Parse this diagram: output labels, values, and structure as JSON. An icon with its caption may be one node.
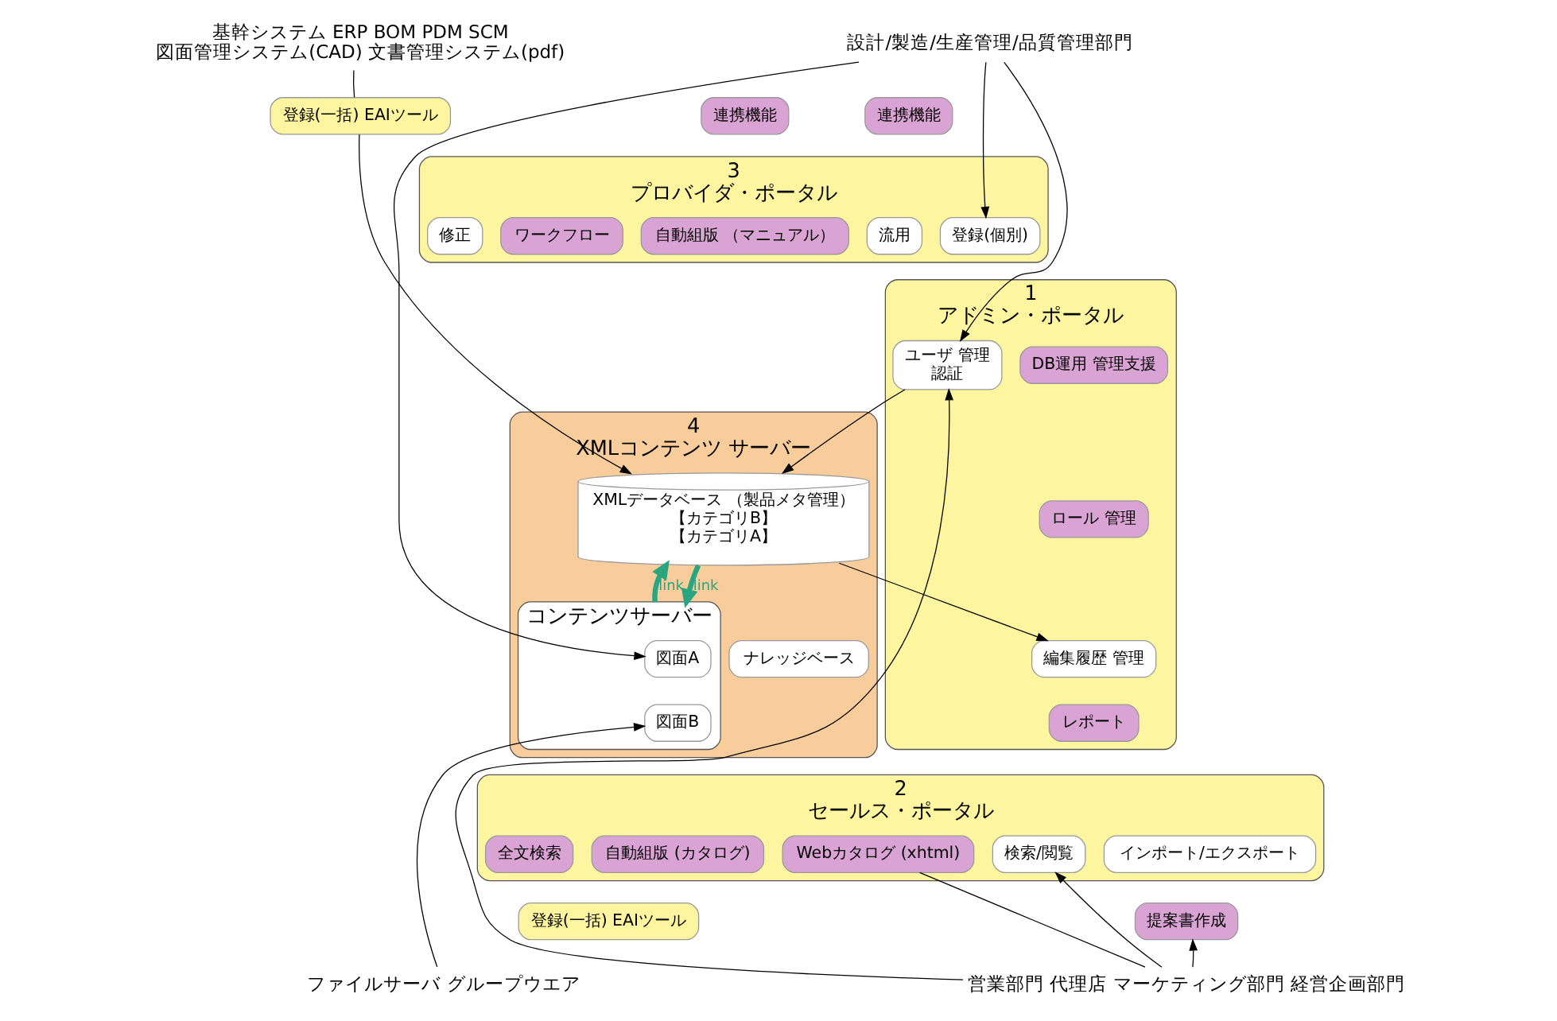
{
  "diagram": {
    "nodes": [
      {
        "text": [
          "設計/製造/生産管理/品質管理部門"
        ]
      },
      {
        "text": [
          "基幹システム ERP BOM PDM SCM",
          "図面管理システム(CAD) 文書管理システム(pdf)"
        ]
      },
      {
        "text": [
          "登録(一括) EAIツール"
        ]
      },
      {
        "text": [
          "1",
          "アドミン・ポータル"
        ]
      },
      {
        "text": [
          "ユーザ 管理",
          "認証"
        ],
        "in": 3
      },
      {
        "text": [
          "DB運用 管理支援"
        ],
        "in": 3
      },
      {
        "text": [
          "ロール 管理"
        ],
        "in": 3
      },
      {
        "text": [
          "編集履歴 管理"
        ],
        "in": 3
      },
      {
        "text": [
          "レポート"
        ],
        "in": 3
      },
      {
        "text": [
          "3",
          "プロバイダ・ポータル"
        ]
      },
      {
        "text": [
          "連携機能"
        ]
      },
      {
        "text": [
          "連携機能"
        ]
      },
      {
        "text": [
          "登録(個別)"
        ],
        "in": 9
      },
      {
        "text": [
          "流用"
        ],
        "in": 9
      },
      {
        "text": [
          "修正"
        ],
        "in": 9
      },
      {
        "text": [
          "ワークフロー"
        ],
        "in": 9
      },
      {
        "text": [
          "自動組版 （マニュアル）"
        ],
        "in": 9
      },
      {
        "text": [
          "4",
          "XMLコンテンツ サーバー"
        ]
      },
      {
        "text": [
          "XMLデータベース （製品メタ管理）",
          "【カテゴリB】",
          "【カテゴリA】"
        ],
        "in": 17
      },
      {
        "text": [
          "コンテンツサーバー"
        ],
        "in": 17
      },
      {
        "text": [
          "図面A"
        ],
        "in": 19
      },
      {
        "text": [
          "図面B"
        ],
        "in": 19
      },
      {
        "text": [
          "ナレッジベース"
        ],
        "in": 17
      },
      {
        "text": [
          "2",
          "セールス・ポータル"
        ]
      },
      {
        "text": [
          "検索/閲覧"
        ],
        "in": 23
      },
      {
        "text": [
          "インポート/エクスポート"
        ],
        "in": 23
      },
      {
        "text": [
          "Webカタログ (xhtml)"
        ],
        "in": 23
      },
      {
        "text": [
          "自動組版 (カタログ)"
        ],
        "in": 23
      },
      {
        "text": [
          "全文検索"
        ],
        "in": 23
      },
      {
        "text": [
          "提案書作成"
        ]
      },
      {
        "text": [
          "登録(一括) EAIツール"
        ]
      },
      {
        "text": [
          "ファイルサーバ グループウエア"
        ]
      },
      {
        "text": [
          "営業部門 代理店 マーケティング部門 経営企画部門"
        ]
      }
    ],
    "edges": [
      {
        "from": 0,
        "to": 4,
        "arrow": "to"
      },
      {
        "from": 0,
        "to": 12,
        "arrow": "to"
      },
      {
        "from": 0,
        "to": 20,
        "arrow": "to"
      },
      {
        "from": 1,
        "to": 2,
        "arrow": "none"
      },
      {
        "from": 2,
        "to": 18,
        "arrow": "to"
      },
      {
        "from": 4,
        "to": 18,
        "arrow": "to"
      },
      {
        "from": 18,
        "to": 7,
        "arrow": "to"
      },
      {
        "from": 18,
        "to": 19,
        "arrow": "to",
        "label": "link",
        "style": "thick",
        "color": "#2aa57f"
      },
      {
        "from": 19,
        "to": 18,
        "arrow": "to",
        "label": "link",
        "style": "thick",
        "color": "#2aa57f"
      },
      {
        "from": 32,
        "to": 4,
        "arrow": "to"
      },
      {
        "from": 32,
        "to": 24,
        "arrow": "to"
      },
      {
        "from": 32,
        "to": 29,
        "arrow": "to"
      },
      {
        "from": 32,
        "to": 26,
        "arrow": "none"
      },
      {
        "from": 31,
        "to": 21,
        "arrow": "to"
      }
    ]
  }
}
